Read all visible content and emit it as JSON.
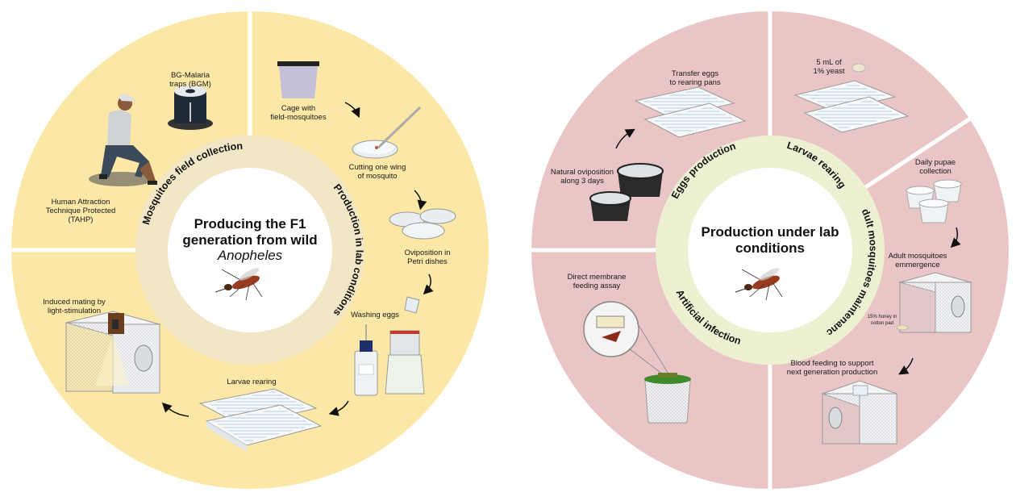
{
  "colors": {
    "left_bg": "#fbe7a6",
    "left_ring": "#f1e6c5",
    "right_bg": "#e9c5c6",
    "right_ring": "#eef0d2",
    "divider": "#ffffff"
  },
  "left": {
    "center_line1": "Producing the F1",
    "center_line2": "generation from wild",
    "center_italic": "Anopheles",
    "ring_field": "Mosquitoes field collection",
    "ring_lab": "Production in lab conditions",
    "labels": {
      "bgm1": "BG-Malaria",
      "bgm2": "traps (BGM)",
      "tahp1": "Human Attraction",
      "tahp2": "Technique Protected",
      "tahp3": "(TAHP)",
      "cage1": "Cage with",
      "cage2": "field-mosquitoes",
      "cut1": "Cutting one wing",
      "cut2": "of mosquito",
      "ovi1": "Oviposition in",
      "ovi2": "Petri dishes",
      "wash": "Washing eggs",
      "larvae": "Larvae rearing",
      "mating1": "Induced mating by",
      "mating2": "light-stimulation"
    }
  },
  "right": {
    "center_line1": "Production under lab",
    "center_line2": "conditions",
    "ring_eggs": "Eggs production",
    "ring_larvae": "Larvae rearing",
    "ring_adult": "Adult mosquitoes maintenance",
    "ring_artificial": "Artificial infection",
    "labels": {
      "transfer1": "Transfer eggs",
      "transfer2": "to rearing pans",
      "yeast1": "5 mL of",
      "yeast2": "1% yeast",
      "natovi1": "Natural oviposition",
      "natovi2": "along 3 days",
      "pupae1": "Daily pupae",
      "pupae2": "collection",
      "emerg1": "Adult mosquitoes",
      "emerg2": "emmergence",
      "honey1": "15% honey in",
      "honey2": "cotton pad",
      "blood1": "Blood feeding to support",
      "blood2": "next generation production",
      "dmfa1": "Direct membrane",
      "dmfa2": "feeding assay"
    }
  }
}
